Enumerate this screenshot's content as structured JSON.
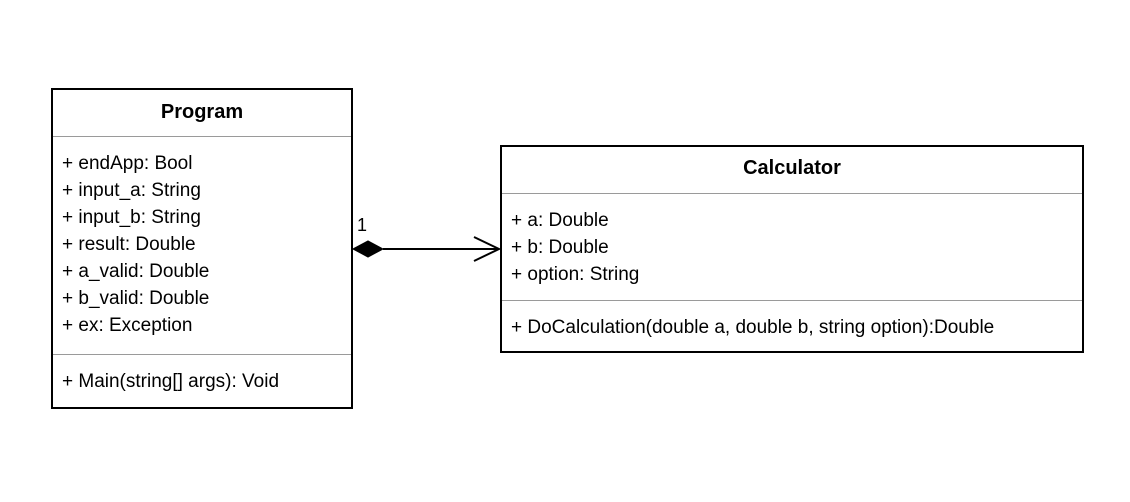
{
  "classes": {
    "program": {
      "name": "Program",
      "attributes": [
        "+ endApp: Bool",
        "+ input_a: String",
        "+ input_b: String",
        "+ result: Double",
        "+ a_valid: Double",
        "+ b_valid: Double",
        "+ ex: Exception"
      ],
      "operations": [
        "+ Main(string[] args): Void"
      ]
    },
    "calculator": {
      "name": "Calculator",
      "attributes": [
        "+ a: Double",
        "+ b: Double",
        "+ option: String"
      ],
      "operations": [
        "+ DoCalculation(double a, double b, string option):Double"
      ]
    }
  },
  "association": {
    "type": "composition",
    "multiplicity_source": "1"
  },
  "colors": {
    "line": "#000000",
    "divider": "#9a9a9a",
    "background": "#ffffff"
  }
}
